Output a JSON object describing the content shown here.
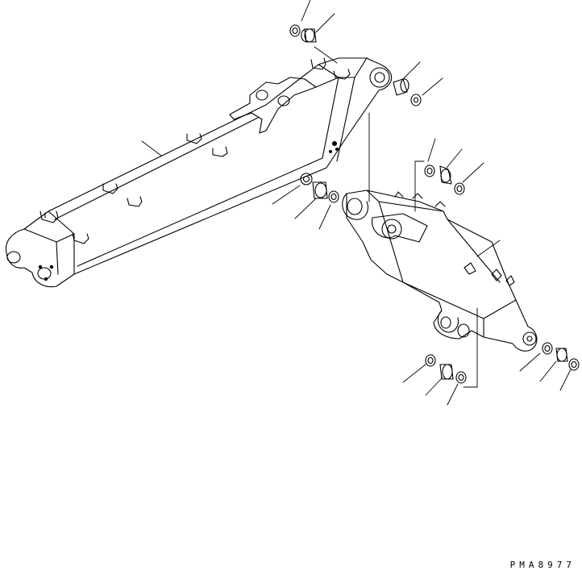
{
  "drawing": {
    "code": "PMA8977",
    "parts": [
      {
        "name": "boom",
        "has_callout": true
      },
      {
        "name": "arm",
        "has_callout": true
      },
      {
        "name": "boom-foot-bushing-set",
        "count": 3
      },
      {
        "name": "boom-top-bushing-set",
        "count": 3
      },
      {
        "name": "arm-bushing-sets",
        "count": 3
      }
    ]
  }
}
